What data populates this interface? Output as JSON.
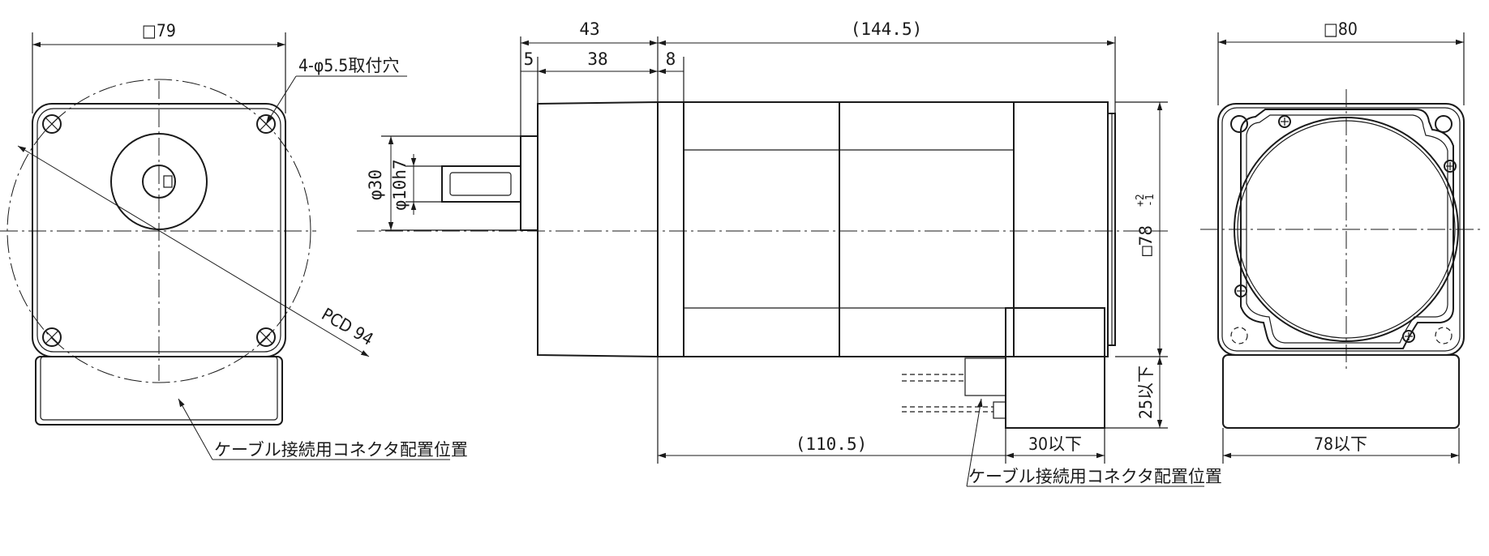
{
  "views": {
    "front": {
      "width_dim": "□79",
      "hole_note": "4-φ5.5取付穴",
      "pcd_label": "PCD 94",
      "connector_note": "ケーブル接続用コネクタ配置位置"
    },
    "side": {
      "dim_43": "43",
      "dim_144": "(144.5)",
      "dim_5": "5",
      "dim_38": "38",
      "dim_8": "8",
      "dim_phi30": "φ30",
      "dim_phi10": "φ10h7",
      "dim_sq78": "□78",
      "dim_sq78_tol_upper": "+2",
      "dim_sq78_tol_lower": "-1",
      "dim_25": "25以下",
      "dim_110": "(110.5)",
      "dim_30": "30以下",
      "connector_note": "ケーブル接続用コネクタ配置位置"
    },
    "rear": {
      "width_dim": "□80",
      "bottom_dim": "78以下"
    }
  }
}
